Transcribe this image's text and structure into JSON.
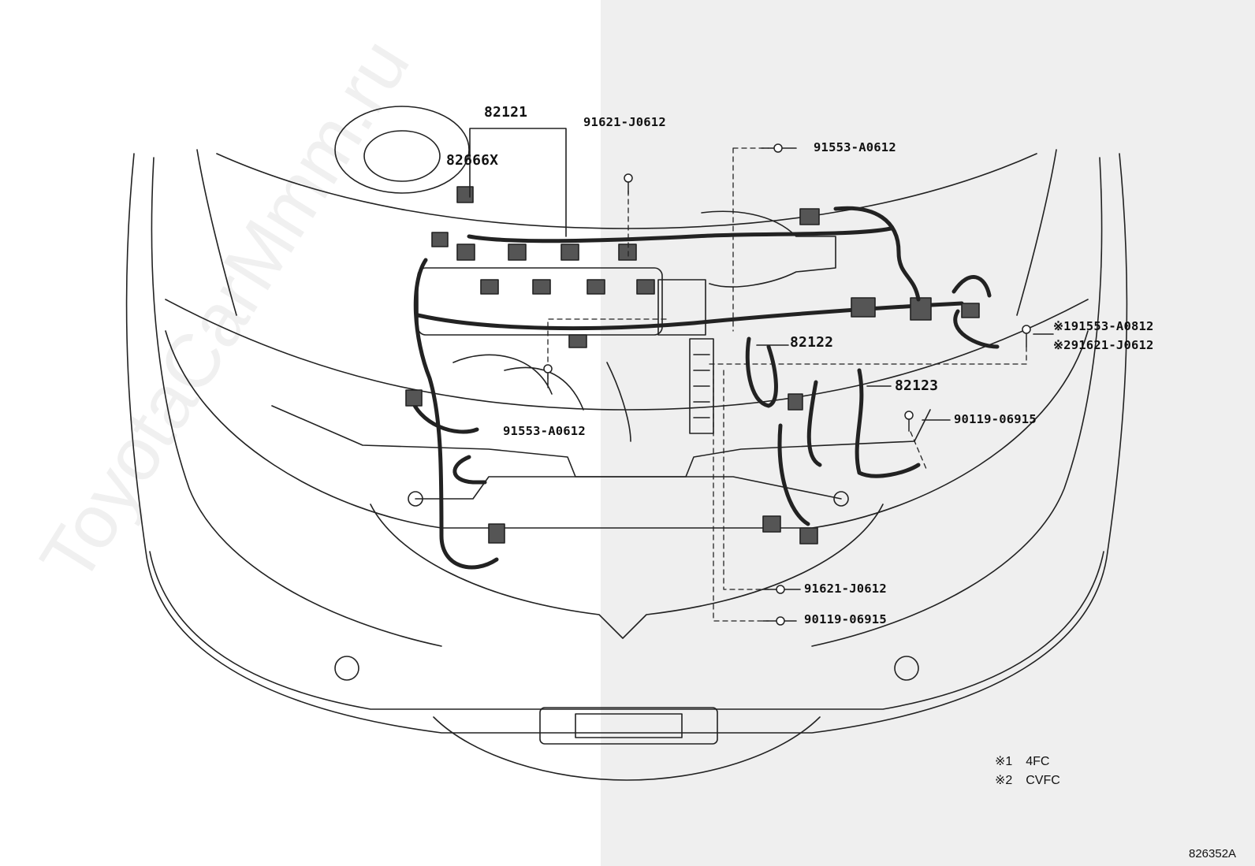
{
  "watermark": "ToyotaCarMmm.ru",
  "callouts": {
    "harness_82121": "82121",
    "clamp_82666x": "82666X",
    "bolt_91621_top": "91621-J0612",
    "bolt_91553_top": "91553-A0612",
    "bolt_opt1": "91553-A0812",
    "bolt_opt2": "91621-J0612",
    "harness_82122": "82122",
    "harness_82123": "82123",
    "bolt_90119_mid": "90119-06915",
    "bolt_91553_left": "91553-A0612",
    "bolt_91621_bottom": "91621-J0612",
    "bolt_90119_bottom": "90119-06915"
  },
  "markers": {
    "m1": "※1",
    "m2": "※2"
  },
  "legend": [
    {
      "mark": "※1",
      "text": "4FC"
    },
    {
      "mark": "※2",
      "text": "CVFC"
    }
  ],
  "diagram_code": "826352A",
  "colors": {
    "line": "#222222",
    "panel": "#efefef",
    "background": "#ffffff"
  }
}
